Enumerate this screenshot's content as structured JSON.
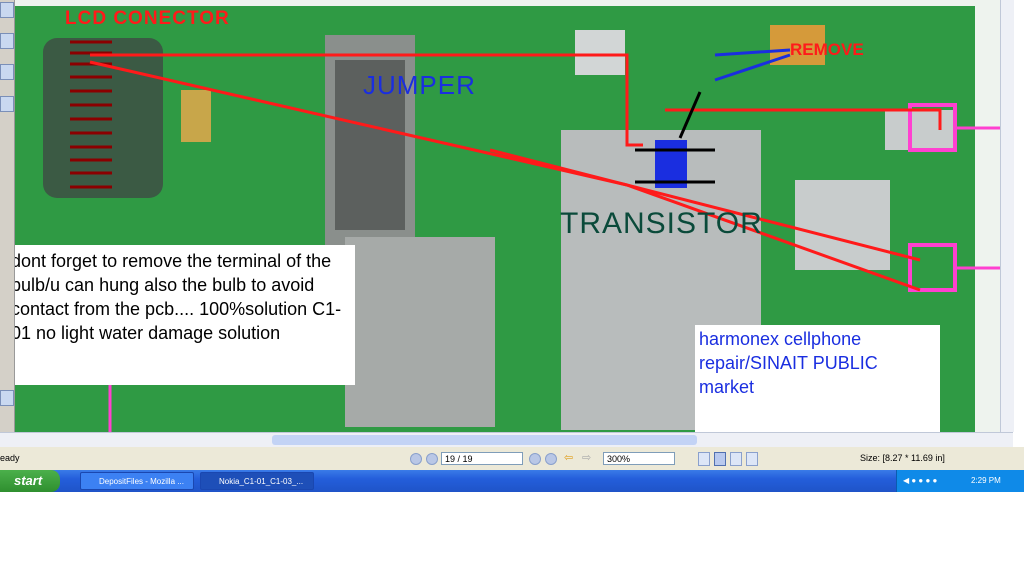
{
  "document": {
    "labels": {
      "lcd_connector": "LCD CONECTOR",
      "jumper": "JUMPER",
      "remove": "REMOVE",
      "transistor": "TRANSISTOR"
    },
    "note_left": "dont forget to remove the terminal of the bulb/u can hung also the bulb to avoid contact from the pcb.... 100%solution C1-01 no light water damage solution",
    "note_right": "harmonex cellphone repair/SINAIT PUBLIC market",
    "colors": {
      "pcb": "#2a8a3c",
      "annotation": "#ff1a1a",
      "jumper": "#1a2ee0",
      "transistor_label": "#0a4a3a",
      "led_frame": "#ff40d0"
    }
  },
  "statusbar": {
    "status": "eady",
    "page": "19 / 19",
    "zoom": "300%",
    "size": "Size: [8.27 * 11.69 in]"
  },
  "taskbar": {
    "start": "start",
    "tasks": [
      "DepositFiles - Mozilla ...",
      "Nokia_C1-01_C1-03_..."
    ],
    "clock": "2:29 PM"
  }
}
